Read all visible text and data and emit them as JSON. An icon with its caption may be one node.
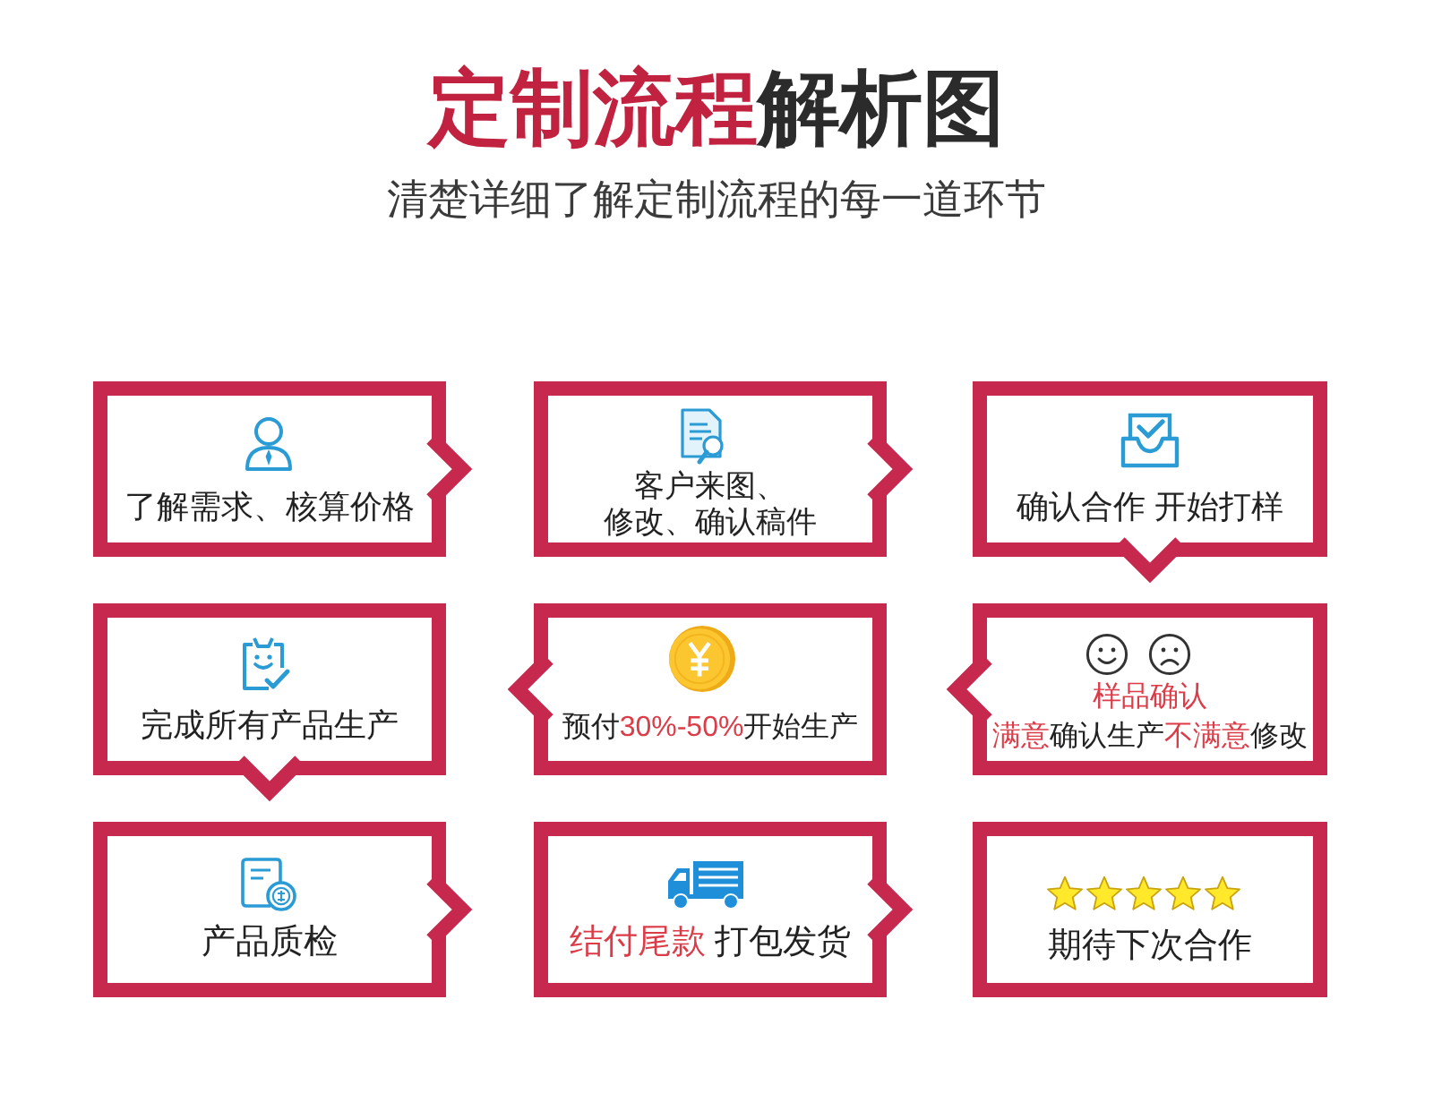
{
  "diagram": {
    "title": "**定制流程**解析图",
    "nodes": [
      {
        "text": [
          "了解需求、核算价格"
        ]
      },
      {
        "text": [
          "客户来图、修改、确认稿件"
        ]
      },
      {
        "text": [
          "确认合作 开始打样"
        ]
      },
      {
        "text": [
          "完成所有产品生产"
        ]
      },
      {
        "text": [
          "预付**30%-50%**开始生产"
        ]
      },
      {
        "text": [
          "样品确认",
          "**满意**确认生产**不满意**修改"
        ]
      },
      {
        "text": [
          "产品质检"
        ]
      },
      {
        "text": [
          "**结付尾款** 打包发货"
        ]
      },
      {
        "text": [
          "期待下次合作"
        ]
      }
    ],
    "edges": [
      {
        "from": 0,
        "to": 1,
        "arrow": "to"
      },
      {
        "from": 1,
        "to": 2,
        "arrow": "to"
      },
      {
        "from": 2,
        "to": 5,
        "arrow": "to"
      },
      {
        "from": 5,
        "to": 4,
        "arrow": "to"
      },
      {
        "from": 4,
        "to": 3,
        "arrow": "to"
      },
      {
        "from": 3,
        "to": 6,
        "arrow": "to"
      },
      {
        "from": 6,
        "to": 7,
        "arrow": "to"
      },
      {
        "from": 7,
        "to": 8,
        "arrow": "to"
      }
    ],
    "labels": [
      "清楚详细了解定制流程的每一道环节"
    ]
  }
}
